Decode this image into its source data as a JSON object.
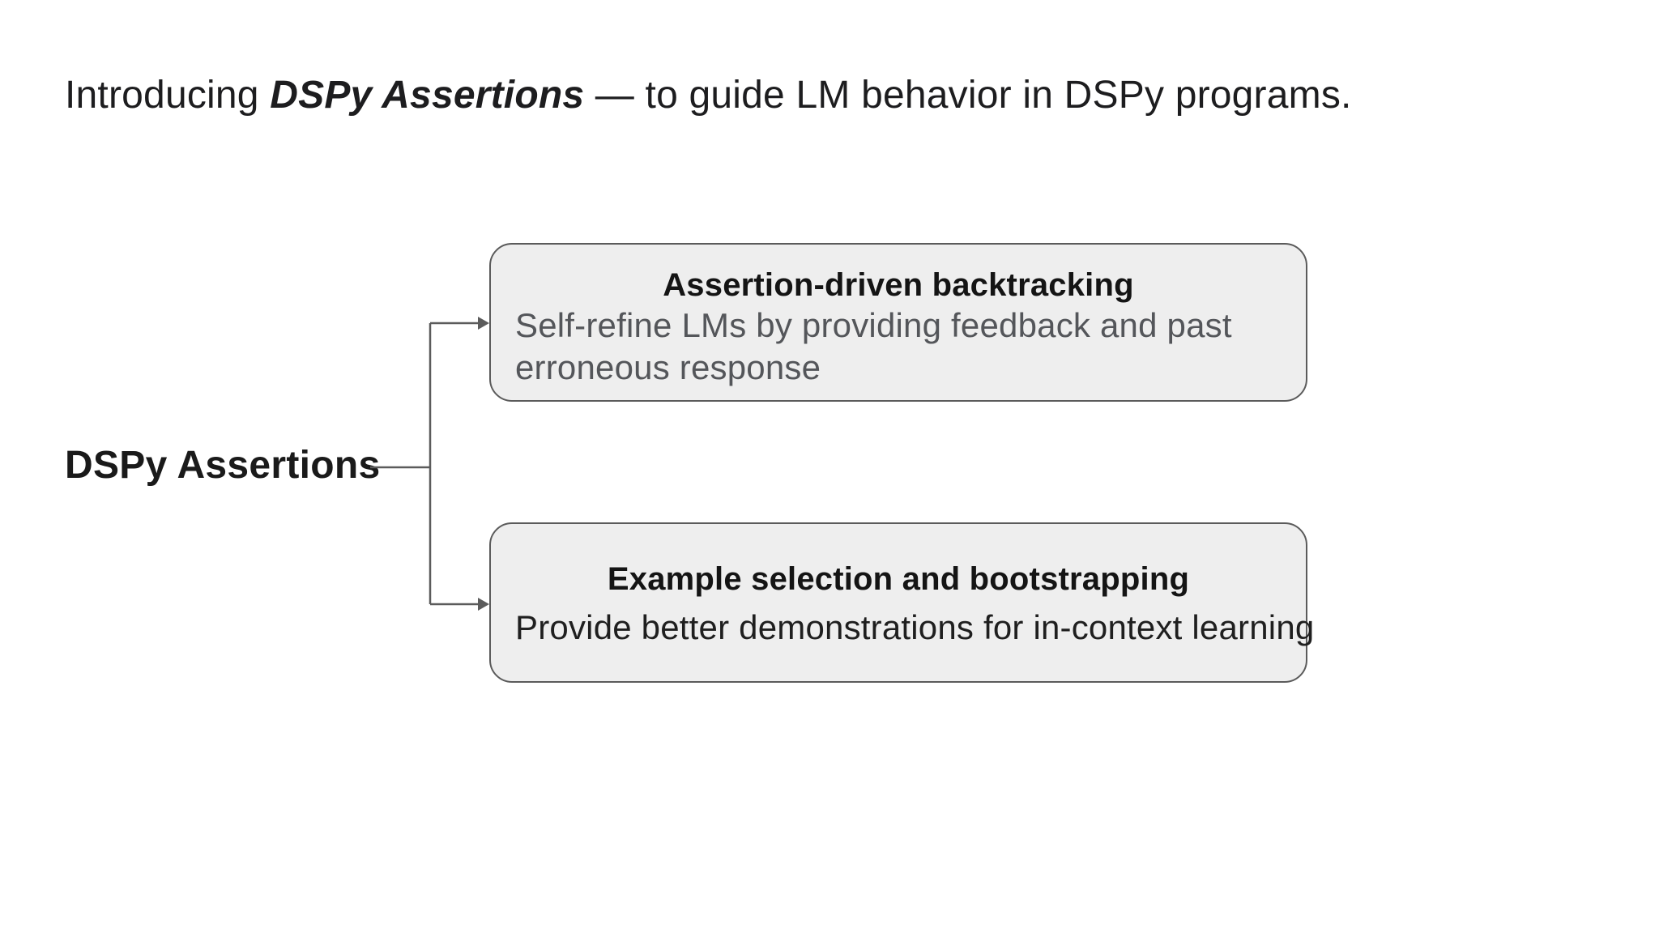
{
  "slide": {
    "heading": {
      "prefix": "Introducing ",
      "emphasis": "DSPy Assertions",
      "suffix": " — to guide LM behavior in DSPy programs."
    },
    "diagram": {
      "root_label": "DSPy Assertions",
      "branches": [
        {
          "title": "Assertion-driven backtracking",
          "description": "Self-refine LMs by providing feedback and past erroneous response"
        },
        {
          "title": "Example selection and bootstrapping",
          "description": "Provide better demonstrations for in-context learning"
        }
      ]
    },
    "colors": {
      "background": "#ffffff",
      "node_fill": "#eeeeee",
      "node_border": "#5b5b5b",
      "connector_line": "#5b5b5b",
      "heading_text": "#1d1d1f",
      "root_label_text": "#1a1a1a",
      "node_title_text": "#141414",
      "backtracking_description_text": "#54565a",
      "bootstrapping_description_text": "#1f1f1f"
    }
  }
}
